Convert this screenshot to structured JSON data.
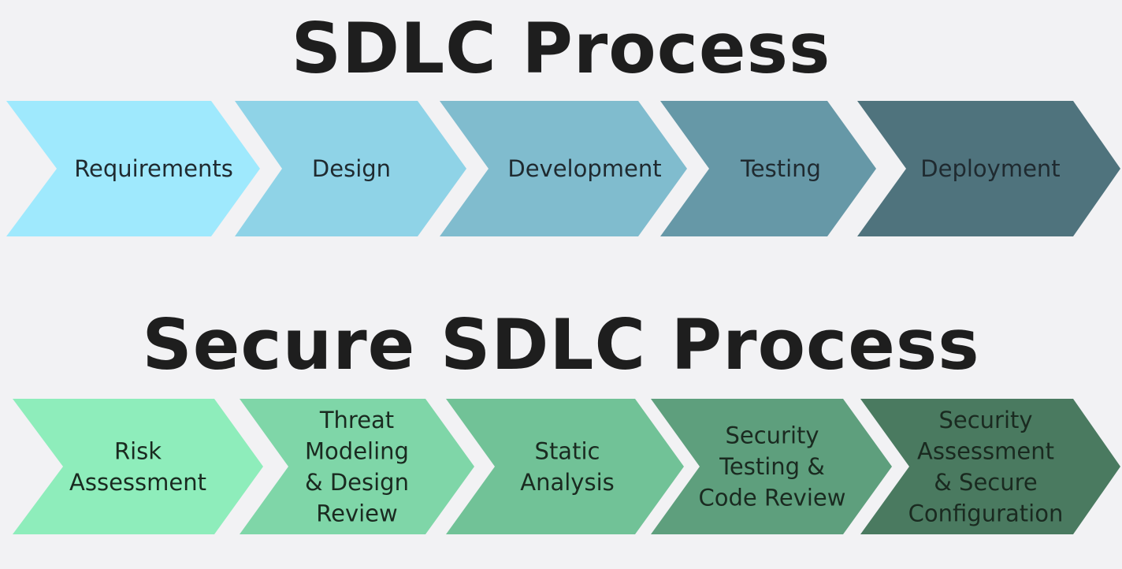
{
  "titles": {
    "top": "SDLC Process",
    "bottom": "Secure SDLC Process"
  },
  "sdlc": {
    "steps": [
      {
        "lines": [
          "Requirements"
        ],
        "color": "#9fe9fd"
      },
      {
        "lines": [
          "Design"
        ],
        "color": "#8fd3e7"
      },
      {
        "lines": [
          "Development"
        ],
        "color": "#80bcce"
      },
      {
        "lines": [
          "Testing"
        ],
        "color": "#6698a7"
      },
      {
        "lines": [
          "Deployment"
        ],
        "color": "#4f737d"
      }
    ]
  },
  "secure_sdlc": {
    "steps": [
      {
        "lines": [
          "Risk",
          "Assessment"
        ],
        "color": "#8eedbb"
      },
      {
        "lines": [
          "Threat",
          "Modeling",
          "& Design",
          "Review"
        ],
        "color": "#7fd6a8"
      },
      {
        "lines": [
          "Static",
          "Analysis"
        ],
        "color": "#71c297"
      },
      {
        "lines": [
          "Security",
          "Testing &",
          "Code Review"
        ],
        "color": "#5e9f7d"
      },
      {
        "lines": [
          "Security",
          "Assessment",
          "& Secure",
          "Configuration"
        ],
        "color": "#4a7a60"
      }
    ]
  }
}
